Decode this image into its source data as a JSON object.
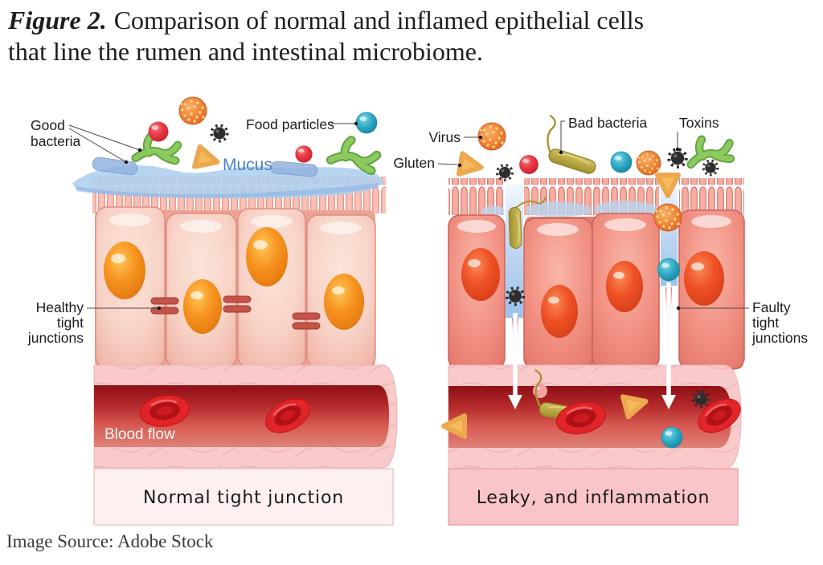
{
  "figure": {
    "title_prefix": "Figure 2.",
    "title_rest": "Comparison of normal and inflamed epithelial cells",
    "title_line2": "that line the rumen and intestinal microbiome.",
    "source": "Image Source: Adobe Stock"
  },
  "left_panel": {
    "labels": {
      "good_bacteria_line1": "Good",
      "good_bacteria_line2": "bacteria",
      "food_particles": "Food particles",
      "mucus": "Mucus",
      "healthy_line1": "Healthy",
      "healthy_line2": "tight",
      "healthy_line3": "junctions",
      "blood_flow": "Blood flow",
      "caption": "Normal tight junction"
    }
  },
  "right_panel": {
    "labels": {
      "virus": "Virus",
      "gluten": "Gluten",
      "bad_bacteria": "Bad bacteria",
      "toxins": "Toxins",
      "faulty_line1": "Faulty",
      "faulty_line2": "tight",
      "faulty_line3": "junctions",
      "caption": "Leaky, and inflammation"
    }
  },
  "colors": {
    "epithelial_normal": "#f8d3c7",
    "epithelial_inflamed": "#f29486",
    "nucleus_normal": "#f79420",
    "nucleus_inflamed": "#ef5226",
    "mucus_blue": "#aecfee",
    "good_bacteria_green": "#8cc95f",
    "bad_bacteria_olive": "#b3a23e",
    "virus_orange": "#f08034",
    "toxin_black": "#2d2d2d",
    "gluten_amber": "#f4ba5e",
    "food_particle_teal": "#2ea9c4",
    "blood_red": "#c21e2a",
    "vessel_wall_pink": "#f8caca"
  }
}
